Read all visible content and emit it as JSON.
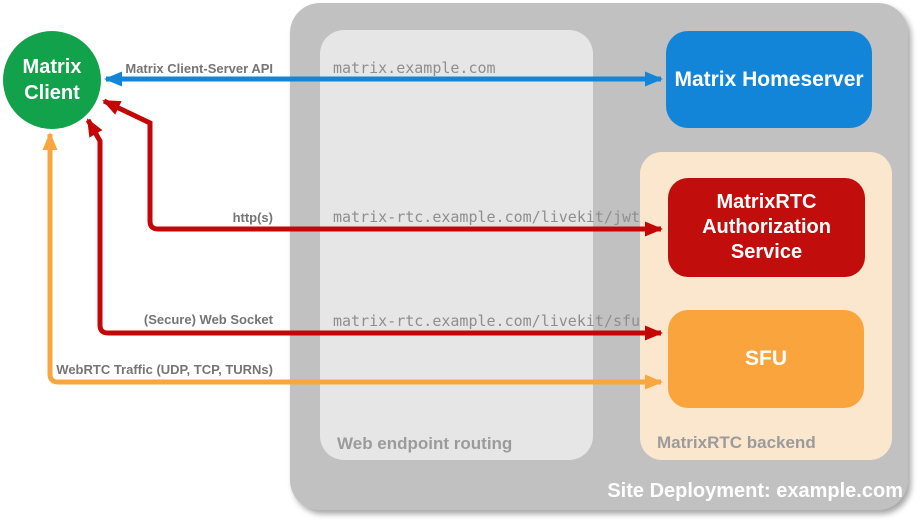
{
  "diagram": {
    "site_label": "Site Deployment: example.com",
    "client": {
      "label": "Matrix Client"
    },
    "homeserver": {
      "label": "Matrix Homeserver"
    },
    "auth_service": {
      "label": "MatrixRTC Authorization Service"
    },
    "sfu": {
      "label": "SFU"
    },
    "web_endpoint_routing": {
      "label": "Web endpoint routing",
      "routes": [
        "matrix.example.com",
        "matrix-rtc.example.com/livekit/jwt",
        "matrix-rtc.example.com/livekit/sfu"
      ]
    },
    "matrixrtc_backend": {
      "label": "MatrixRTC backend"
    },
    "connections": [
      {
        "label": "Matrix Client-Server API",
        "from": "Matrix Client",
        "to": "Matrix Homeserver",
        "route": "matrix.example.com",
        "color": "#1285d9",
        "bidirectional": true
      },
      {
        "label": "http(s)",
        "from": "Matrix Client",
        "to": "MatrixRTC Authorization Service",
        "route": "matrix-rtc.example.com/livekit/jwt",
        "color": "#c40606",
        "bidirectional": true
      },
      {
        "label": "(Secure) Web Socket",
        "from": "Matrix Client",
        "to": "SFU",
        "route": "matrix-rtc.example.com/livekit/sfu",
        "color": "#c40606",
        "bidirectional": true
      },
      {
        "label": "WebRTC Traffic (UDP, TCP, TURNs)",
        "from": "Matrix Client",
        "to": "SFU",
        "color": "#f9a640",
        "bidirectional": true
      }
    ],
    "colors": {
      "client_green": "#12a24b",
      "homeserver_blue": "#1285d9",
      "auth_red": "#c20d0d",
      "sfu_orange": "#f9a43c",
      "backend_peach": "#fbe7ce",
      "outer_gray": "#c1c1c1",
      "inner_gray": "#e6e6e6",
      "label_gray": "#757575",
      "url_gray": "#8e8e8e"
    }
  }
}
